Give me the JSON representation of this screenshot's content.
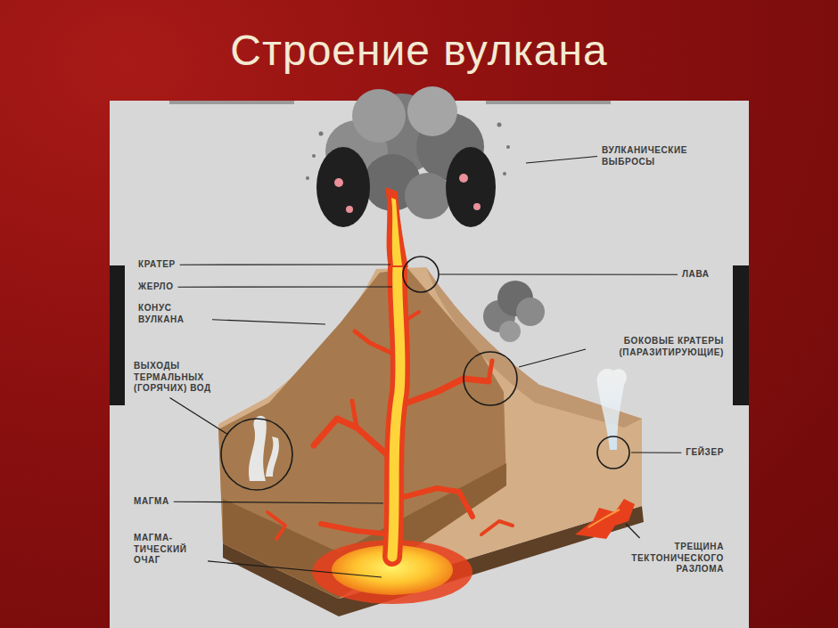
{
  "diagram": {
    "title": "Строение вулкана",
    "labels": [
      "ВУЛКАНИЧЕСКИЕ ВЫБРОСЫ",
      "КРАТЕР",
      "ЛАВА",
      "ЖЕРЛО",
      "КОНУС ВУЛКАНА",
      "БОКОВЫЕ КРАТЕРЫ (ПАРАЗИТИРУЮЩИЕ)",
      "ВЫХОДЫ ТЕРМАЛЬНЫХ (ГОРЯЧИХ) ВОД",
      "ГЕЙЗЕР",
      "МАГМА",
      "МАГМА- ТИЧЕСКИЙ ОЧАГ",
      "ТРЕЩИНА ТЕКТОНИЧЕСКОГО РАЗЛОМА"
    ]
  }
}
